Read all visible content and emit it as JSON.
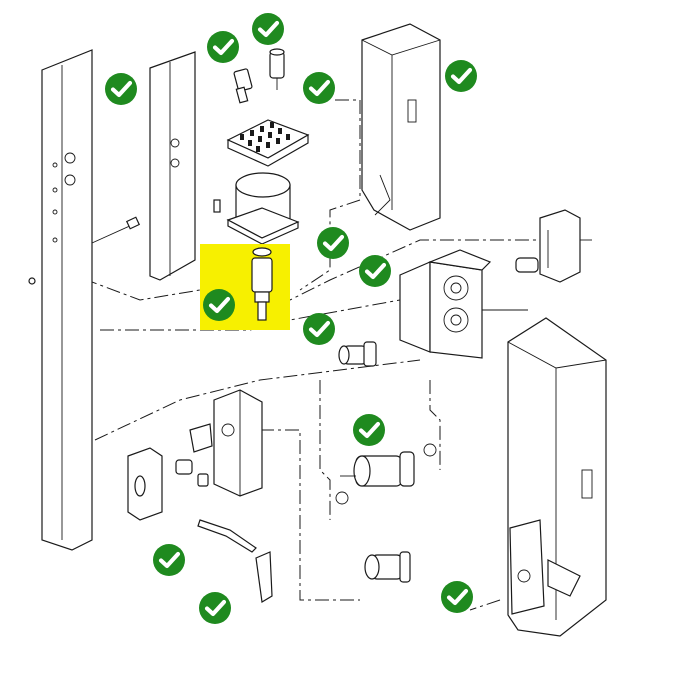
{
  "colors": {
    "highlight": "#f7f000",
    "check_badge": "#1f8a1f",
    "check_mark": "#ffffff",
    "line_art": "#1a1a1a"
  },
  "icons": {
    "check": "check-circle-icon"
  },
  "parts": [
    {
      "name": "left-post",
      "checked": false
    },
    {
      "name": "inner-post",
      "checked": true
    },
    {
      "name": "fuse",
      "checked": true
    },
    {
      "name": "plug",
      "checked": true
    },
    {
      "name": "terminal-block",
      "checked": true
    },
    {
      "name": "top-cover",
      "checked": true
    },
    {
      "name": "motor",
      "checked": true
    },
    {
      "name": "shaft-coupling",
      "checked": true,
      "highlighted": true
    },
    {
      "name": "gear-housing",
      "checked": true
    },
    {
      "name": "worm-gear-small",
      "checked": true
    },
    {
      "name": "lock-assembly",
      "checked": false
    },
    {
      "name": "gear-set",
      "checked": true
    },
    {
      "name": "drive-gear",
      "checked": true
    },
    {
      "name": "cylinder-lock",
      "checked": true
    },
    {
      "name": "release-key",
      "checked": true
    },
    {
      "name": "end-cap",
      "checked": false
    },
    {
      "name": "front-housing",
      "checked": false
    }
  ]
}
